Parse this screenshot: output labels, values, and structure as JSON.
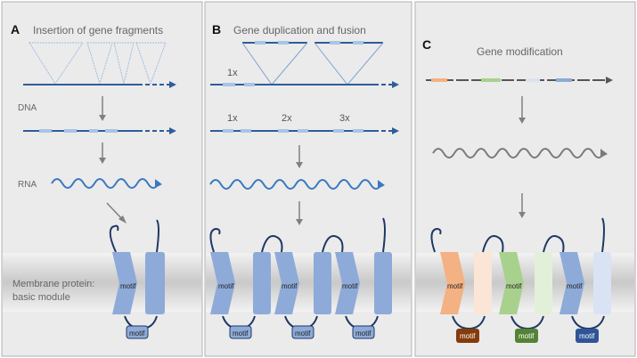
{
  "panels": [
    {
      "letter": "A",
      "title": "Insertion of gene fragments"
    },
    {
      "letter": "B",
      "title": "Gene duplication and fusion"
    },
    {
      "letter": "C",
      "title": "Gene modification"
    }
  ],
  "labels": {
    "dna": "DNA",
    "rna": "RNA",
    "membrane_line1": "Membrane protein:",
    "membrane_line2": "basic module",
    "copy_1x": "1x",
    "copy_2x": "2x",
    "copy_3x": "3x",
    "motif": "motif"
  },
  "colors": {
    "panel_bg": "#ebebeb",
    "dna_line": "#2e5d9a",
    "insert_light": "#a8c4e6",
    "protein_blue": "#8eaad8",
    "membrane": "#d0d0d0",
    "wave_blue": "#3a78c0",
    "wave_gray": "#7a7a7a",
    "arrow_gray": "#808080",
    "orange": "#f4b183",
    "orange_light": "#fbe5d6",
    "green": "#a9d18e",
    "green_light": "#e2f0d9",
    "blue_light": "#dae3f3",
    "motif_brown": "#843c0c",
    "motif_green": "#548235",
    "motif_navy": "#2f5597"
  }
}
